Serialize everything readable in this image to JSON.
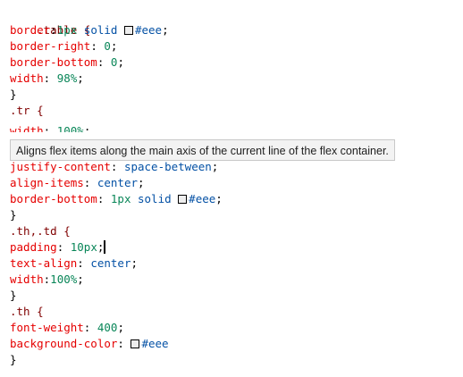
{
  "editor": {
    "lines": [
      {
        "selector": ".table {"
      },
      {
        "prop": "border",
        "sep": ":",
        "val1": "1px",
        "val2": " solid ",
        "color": "#eee",
        "end": ";"
      },
      {
        "prop": "border-right",
        "sep": ": ",
        "val1": "0",
        "end": ";"
      },
      {
        "prop": "border-bottom",
        "sep": ": ",
        "val1": "0",
        "end": ";"
      },
      {
        "prop": "width",
        "sep": ": ",
        "val1": "98%",
        "end": ";"
      },
      {
        "close": "}"
      },
      {
        "selector": ".tr {"
      },
      {
        "prop": "width",
        "sep": ": ",
        "val1": "100%",
        "end": ";"
      },
      {
        "prop": "justify-content",
        "sep": ": ",
        "kw": "space-between",
        "end": ";"
      },
      {
        "prop": "align-items",
        "sep": ": ",
        "kw": "center",
        "end": ";"
      },
      {
        "prop": "border-bottom",
        "sep": ": ",
        "val1": "1px",
        "val2": " solid ",
        "color": "#eee",
        "end": ";"
      },
      {
        "close": "}"
      },
      {
        "selector": ".th,.td {"
      },
      {
        "prop": "padding",
        "sep": ": ",
        "val1": "10px",
        "end": ";"
      },
      {
        "prop": "text-align",
        "sep": ": ",
        "kw": "center",
        "end": ";"
      },
      {
        "prop": "width",
        "sep": ":",
        "val1": "100%",
        "end": ";"
      },
      {
        "close": "}"
      },
      {
        "selector": ".th {"
      },
      {
        "prop": "font-weight",
        "sep": ": ",
        "val1": "400",
        "end": ";"
      },
      {
        "prop": "background-color",
        "sep": ": ",
        "color": "#eee"
      },
      {
        "close": "}"
      }
    ]
  },
  "tooltip": {
    "text": "Aligns flex items along the main axis of the current line of the flex container."
  },
  "colors": {
    "selector": "#800000",
    "property": "#e50000",
    "number": "#098658",
    "keyword": "#0451a5",
    "swatch": "#eeeeee"
  }
}
